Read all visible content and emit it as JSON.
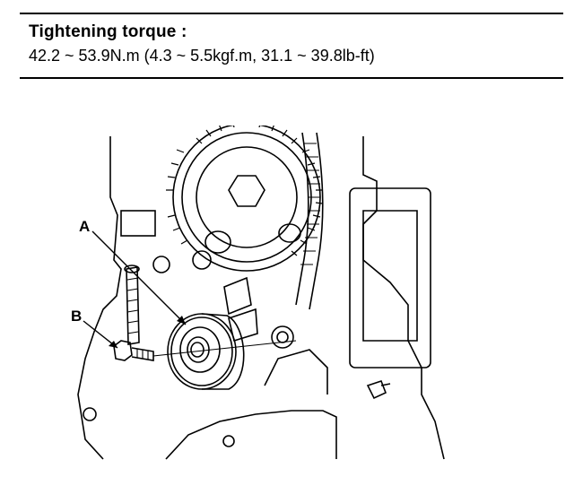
{
  "spec": {
    "title": "Tightening torque :",
    "value": "42.2 ~ 53.9N.m (4.3 ~ 5.5kgf.m, 31.1 ~ 39.8lb-ft)"
  },
  "figure": {
    "callouts": [
      {
        "id": "A",
        "label": "A"
      },
      {
        "id": "B",
        "label": "B"
      }
    ]
  }
}
